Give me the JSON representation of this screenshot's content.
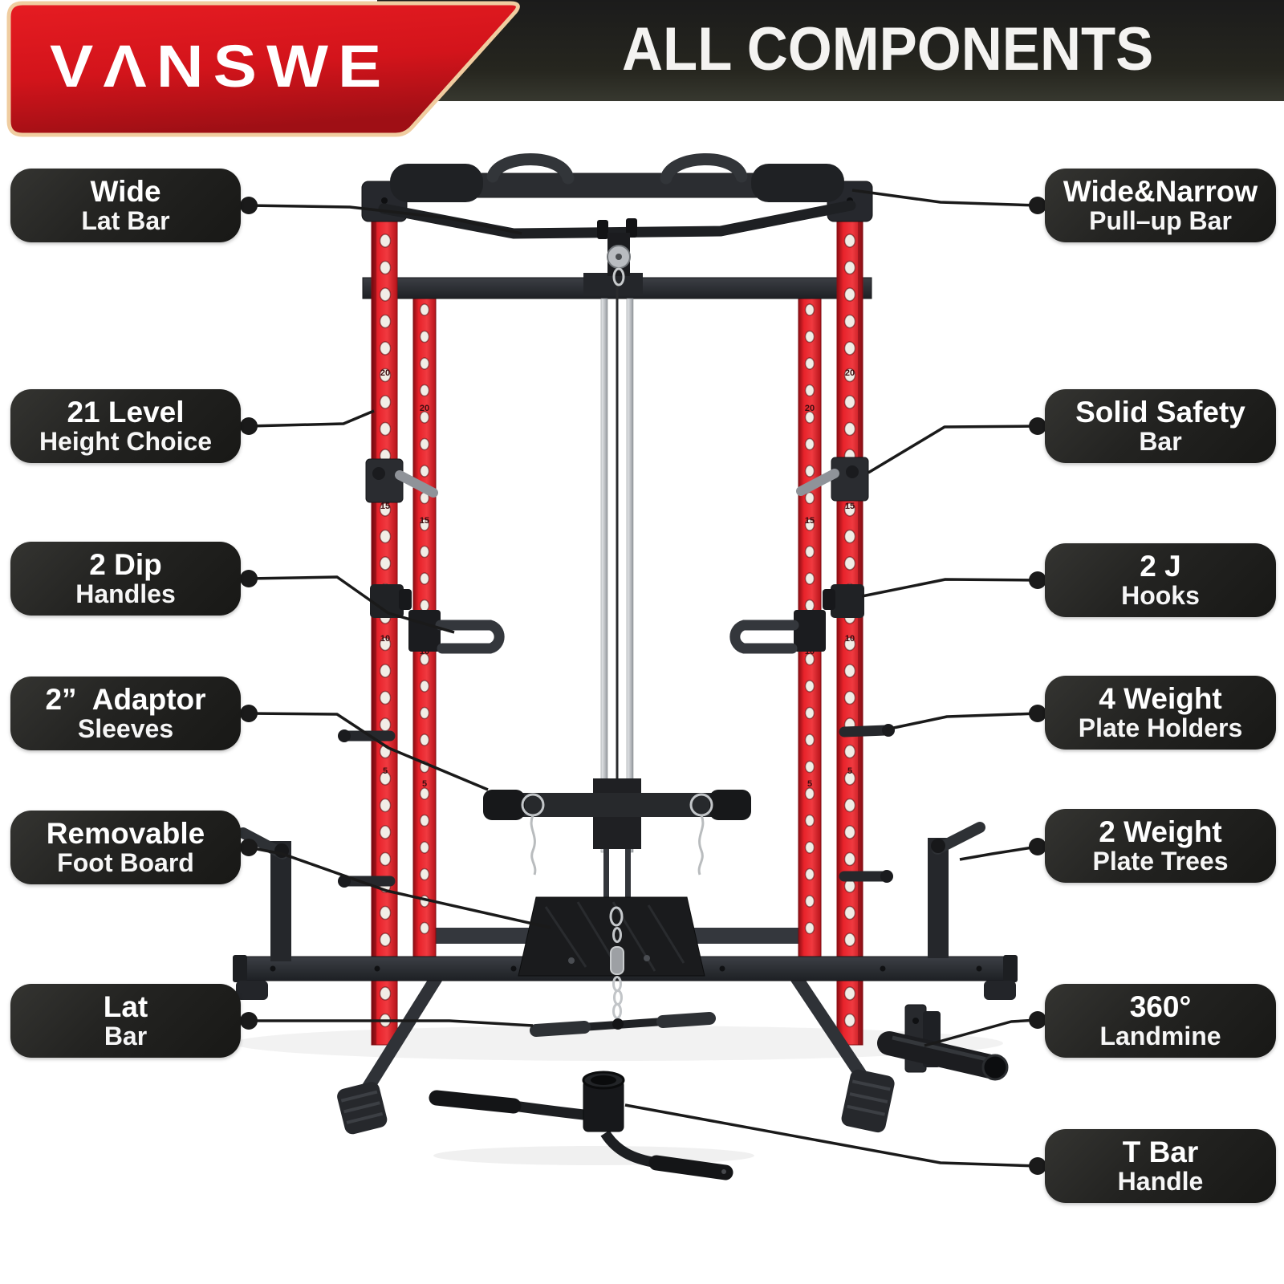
{
  "header": {
    "brand": "VΛNSWE",
    "title": "ALL COMPONENTS",
    "brand_bg_color": "#d4151c",
    "brand_border_color": "#f0cda0",
    "banner_bg_color": "#232323",
    "title_color": "#f4f3f1"
  },
  "labels": {
    "left": [
      {
        "line1": "Wide",
        "line2": "Lat Bar"
      },
      {
        "line1": "21 Level",
        "line2": "Height Choice"
      },
      {
        "line1": "2 Dip",
        "line2": "Handles"
      },
      {
        "line1": "2”  Adaptor",
        "line2": "Sleeves"
      },
      {
        "line1": "Removable",
        "line2": "Foot Board"
      },
      {
        "line1": "Lat",
        "line2": "Bar"
      }
    ],
    "right": [
      {
        "line1": "Wide&Narrow",
        "line2": "Pull–up Bar"
      },
      {
        "line1": "Solid Safety",
        "line2": "Bar"
      },
      {
        "line1": "2 J",
        "line2": "Hooks"
      },
      {
        "line1": "4 Weight",
        "line2": "Plate Holders"
      },
      {
        "line1": "2 Weight",
        "line2": "Plate Trees"
      },
      {
        "line1": "360°",
        "line2": "Landmine"
      },
      {
        "line1": "T Bar",
        "line2": "Handle"
      }
    ]
  },
  "rack": {
    "level_marks": [
      "20",
      "15",
      "10",
      "5"
    ],
    "upright_color": "#e0201f",
    "frame_color": "#26282c",
    "chrome_color": "#c6c9cd",
    "label_pill_color": "#222220",
    "connector_color": "#1a1a1a"
  }
}
